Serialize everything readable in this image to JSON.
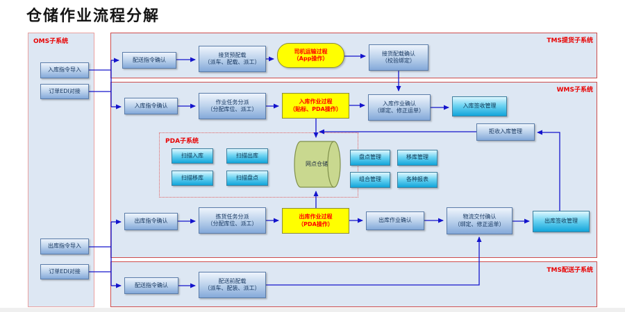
{
  "title": "仓储作业流程分解",
  "panels": {
    "oms": {
      "label": "OMS子系统"
    },
    "tms_pickup": {
      "label": "TMS提货子系统"
    },
    "wms": {
      "label": "WMS子系统"
    },
    "pda": {
      "label": "PDA子系统"
    },
    "tms_delivery": {
      "label": "TMS配送子系统"
    }
  },
  "nodes": {
    "oms_inbound_import": {
      "label": "入库指令导入"
    },
    "oms_edi_top": {
      "label": "订单EDI对接"
    },
    "oms_outbound_import": {
      "label": "出库指令导入"
    },
    "oms_edi_bottom": {
      "label": "订单EDI对接"
    },
    "r1_delivery_confirm": {
      "label": "配送指令确认"
    },
    "r1_preload": {
      "label": "接货预配载",
      "sub": "（派车、配载、派工）"
    },
    "r1_driver": {
      "label": "司机运输过程",
      "sub": "（App操作）"
    },
    "r1_receive_confirm": {
      "label": "接货配载确认",
      "sub": "（校验绑定）"
    },
    "r2_inbound_confirm": {
      "label": "入库指令确认"
    },
    "r2_task_dispatch": {
      "label": "作业任务分派",
      "sub": "（分配库位、派工）"
    },
    "r2_inbound_process": {
      "label": "入库作业过程",
      "sub": "（贴标、PDA操作）"
    },
    "r2_inbound_op_confirm": {
      "label": "入库作业确认",
      "sub": "（绑定、修正运单）"
    },
    "r2_inbound_sign": {
      "label": "入库签收管理"
    },
    "reject_mgmt": {
      "label": "拒收入库管理"
    },
    "pda_scan_in": {
      "label": "扫描入库"
    },
    "pda_scan_out": {
      "label": "扫描出库"
    },
    "pda_scan_move": {
      "label": "扫描移库"
    },
    "pda_scan_count": {
      "label": "扫描盘点"
    },
    "cylinder": {
      "label": "网点仓储"
    },
    "mgmt_count": {
      "label": "盘点管理"
    },
    "mgmt_move": {
      "label": "移库管理"
    },
    "mgmt_combine": {
      "label": "组合管理"
    },
    "mgmt_report": {
      "label": "各种报表"
    },
    "r3_outbound_confirm": {
      "label": "出库指令确认"
    },
    "r3_pick_dispatch": {
      "label": "拣货任务分派",
      "sub": "（分配库位、派工）"
    },
    "r3_outbound_process": {
      "label": "出库作业过程",
      "sub": "（PDA操作）"
    },
    "r3_outbound_op_confirm": {
      "label": "出库作业确认"
    },
    "r3_logistics_confirm": {
      "label": "物流交付确认",
      "sub": "（绑定、修正运单）"
    },
    "r3_outbound_sign": {
      "label": "出库签收管理"
    },
    "r4_delivery_confirm": {
      "label": "配送指令确认"
    },
    "r4_preload": {
      "label": "配送前配载",
      "sub": "（派车、配装、派工）"
    }
  },
  "colors": {
    "panel_fill": "#dde7f3",
    "panel_border_red": "#cc4b4b",
    "panel_border_pink": "#e9a0a0",
    "label_red": "#e80000",
    "wire_blue": "#1414cc",
    "process_yellow": "#ffff00",
    "process_text_red": "#ff0000",
    "cylinder_fill": "#c9d88f",
    "cyan_box": "#12a5da",
    "blue_box": "#84a9d9"
  }
}
